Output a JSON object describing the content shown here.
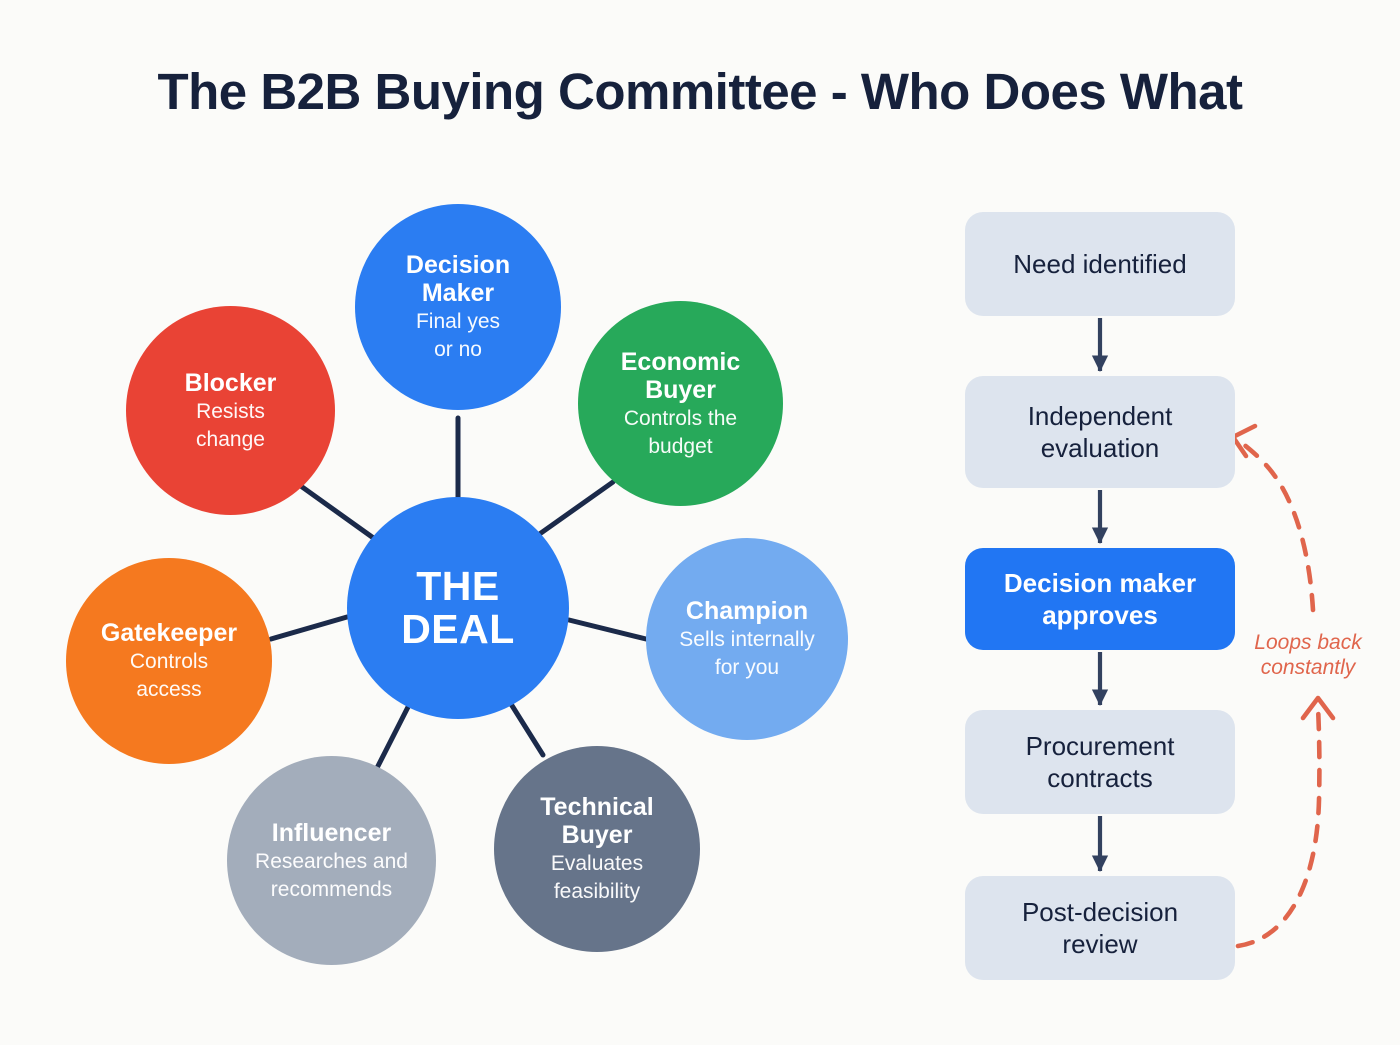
{
  "page": {
    "title": "The B2B Buying Committee - Who Does What",
    "background_color": "#fbfbf9",
    "title_color": "#16213c"
  },
  "hub_diagram": {
    "center": {
      "label": "THE DEAL",
      "line1": "THE",
      "line2": "DEAL",
      "color": "#2b7df2"
    },
    "connector_color": "#1b2a4a",
    "roles": [
      {
        "title": "Decision Maker",
        "title_line1": "Decision",
        "title_line2": "Maker",
        "desc": "Final yes or no",
        "desc_line1": "Final yes",
        "desc_line2": "or no",
        "color": "#2b7df2"
      },
      {
        "title": "Economic Buyer",
        "title_line1": "Economic",
        "title_line2": "Buyer",
        "desc": "Controls the budget",
        "desc_line1": "Controls the",
        "desc_line2": "budget",
        "color": "#27a95a"
      },
      {
        "title": "Champion",
        "title_line1": "Champion",
        "title_line2": "",
        "desc": "Sells internally for you",
        "desc_line1": "Sells internally",
        "desc_line2": "for you",
        "color": "#73abf0"
      },
      {
        "title": "Technical Buyer",
        "title_line1": "Technical",
        "title_line2": "Buyer",
        "desc": "Evaluates feasibility",
        "desc_line1": "Evaluates",
        "desc_line2": "feasibility",
        "color": "#66748a"
      },
      {
        "title": "Influencer",
        "title_line1": "Influencer",
        "title_line2": "",
        "desc": "Researches and recommends",
        "desc_line1": "Researches and",
        "desc_line2": "recommends",
        "color": "#a3adbb"
      },
      {
        "title": "Gatekeeper",
        "title_line1": "Gatekeeper",
        "title_line2": "",
        "desc": "Controls access",
        "desc_line1": "Controls",
        "desc_line2": "access",
        "color": "#f5791f"
      },
      {
        "title": "Blocker",
        "title_line1": "Blocker",
        "title_line2": "",
        "desc": "Resists change",
        "desc_line1": "Resists",
        "desc_line2": "change",
        "color": "#e94335"
      }
    ]
  },
  "flow_diagram": {
    "arrow_color": "#32415f",
    "box_color": "#dde4ee",
    "highlight_color": "#2176f3",
    "loop_color": "#e0654c",
    "steps": [
      {
        "label": "Need identified",
        "line1": "Need identified",
        "line2": "",
        "highlight": false
      },
      {
        "label": "Independent evaluation",
        "line1": "Independent",
        "line2": "evaluation",
        "highlight": false
      },
      {
        "label": "Decision maker approves",
        "line1": "Decision maker",
        "line2": "approves",
        "highlight": true
      },
      {
        "label": "Procurement contracts",
        "line1": "Procurement",
        "line2": "contracts",
        "highlight": false
      },
      {
        "label": "Post-decision review",
        "line1": "Post-decision",
        "line2": "review",
        "highlight": false
      }
    ],
    "loop_label": "Loops back constantly",
    "loop_label_line1": "Loops back",
    "loop_label_line2": "constantly"
  }
}
